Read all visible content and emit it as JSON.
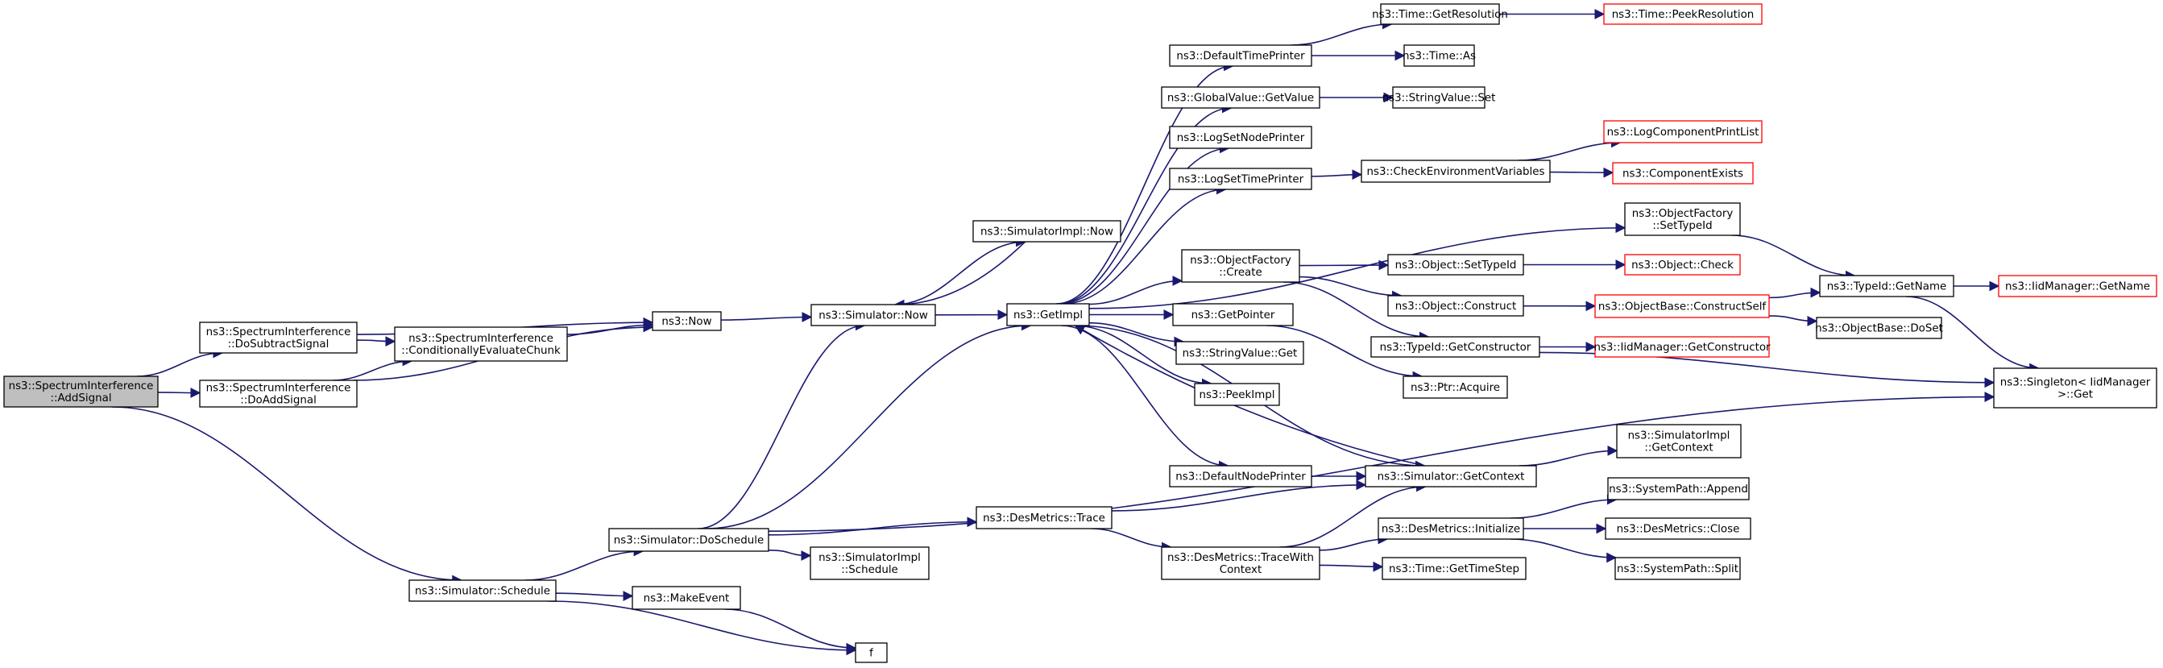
{
  "colors": {
    "edge": "#191970",
    "box_border": "#000000",
    "unresolved_border": "#ff0000",
    "root_fill": "#bfbfbf"
  },
  "nodes": [
    {
      "id": "root",
      "lines": [
        "ns3::SpectrumInterference",
        "::AddSignal"
      ],
      "style": "root"
    },
    {
      "id": "dosub",
      "lines": [
        "ns3::SpectrumInterference",
        "::DoSubtractSignal"
      ]
    },
    {
      "id": "doadd",
      "lines": [
        "ns3::SpectrumInterference",
        "::DoAddSignal"
      ]
    },
    {
      "id": "condeval",
      "lines": [
        "ns3::SpectrumInterference",
        "::ConditionallyEvaluateChunk"
      ]
    },
    {
      "id": "now",
      "lines": [
        "ns3::Now"
      ]
    },
    {
      "id": "simnow",
      "lines": [
        "ns3::Simulator::Now"
      ]
    },
    {
      "id": "implnow",
      "lines": [
        "ns3::SimulatorImpl::Now"
      ]
    },
    {
      "id": "getimpl",
      "lines": [
        "ns3::GetImpl"
      ]
    },
    {
      "id": "deftimeprinter",
      "lines": [
        "ns3::DefaultTimePrinter"
      ]
    },
    {
      "id": "getres",
      "lines": [
        "ns3::Time::GetResolution"
      ]
    },
    {
      "id": "peekres",
      "lines": [
        "ns3::Time::PeekResolution"
      ],
      "style": "red"
    },
    {
      "id": "timeas",
      "lines": [
        "ns3::Time::As"
      ]
    },
    {
      "id": "gvgetvalue",
      "lines": [
        "ns3::GlobalValue::GetValue"
      ]
    },
    {
      "id": "strset",
      "lines": [
        "ns3::StringValue::Set"
      ]
    },
    {
      "id": "logsetnode",
      "lines": [
        "ns3::LogSetNodePrinter"
      ]
    },
    {
      "id": "logsettime",
      "lines": [
        "ns3::LogSetTimePrinter"
      ]
    },
    {
      "id": "checkenv",
      "lines": [
        "ns3::CheckEnvironmentVariables"
      ]
    },
    {
      "id": "logcompprint",
      "lines": [
        "ns3::LogComponentPrintList"
      ],
      "style": "red"
    },
    {
      "id": "compexists",
      "lines": [
        "ns3::ComponentExists"
      ],
      "style": "red"
    },
    {
      "id": "ofsettypeid",
      "lines": [
        "ns3::ObjectFactory",
        "::SetTypeId"
      ]
    },
    {
      "id": "ofcreate",
      "lines": [
        "ns3::ObjectFactory",
        "::Create"
      ]
    },
    {
      "id": "objsettypeid",
      "lines": [
        "ns3::Object::SetTypeId"
      ]
    },
    {
      "id": "objcheck",
      "lines": [
        "ns3::Object::Check"
      ],
      "style": "red"
    },
    {
      "id": "objconstruct",
      "lines": [
        "ns3::Object::Construct"
      ]
    },
    {
      "id": "obconstructself",
      "lines": [
        "ns3::ObjectBase::ConstructSelf"
      ],
      "style": "red"
    },
    {
      "id": "typeidgetname",
      "lines": [
        "ns3::TypeId::GetName"
      ]
    },
    {
      "id": "iidgetname",
      "lines": [
        "ns3::IidManager::GetName"
      ],
      "style": "red"
    },
    {
      "id": "obdoset",
      "lines": [
        "ns3::ObjectBase::DoSet"
      ]
    },
    {
      "id": "typeidgetctor",
      "lines": [
        "ns3::TypeId::GetConstructor"
      ]
    },
    {
      "id": "iidgetctor",
      "lines": [
        "ns3::IidManager::GetConstructor"
      ],
      "style": "red"
    },
    {
      "id": "singletonget",
      "lines": [
        "ns3::Singleton< IidManager",
        " >::Get"
      ]
    },
    {
      "id": "getpointer",
      "lines": [
        "ns3::GetPointer"
      ]
    },
    {
      "id": "ptracquire",
      "lines": [
        "ns3::Ptr::Acquire"
      ]
    },
    {
      "id": "strget",
      "lines": [
        "ns3::StringValue::Get"
      ]
    },
    {
      "id": "peekimpl",
      "lines": [
        "ns3::PeekImpl"
      ]
    },
    {
      "id": "defnodeprinter",
      "lines": [
        "ns3::DefaultNodePrinter"
      ]
    },
    {
      "id": "simgetctx",
      "lines": [
        "ns3::Simulator::GetContext"
      ]
    },
    {
      "id": "implgetctx",
      "lines": [
        "ns3::SimulatorImpl",
        "::GetContext"
      ]
    },
    {
      "id": "dmtrace",
      "lines": [
        "ns3::DesMetrics::Trace"
      ]
    },
    {
      "id": "dmtracectx",
      "lines": [
        "ns3::DesMetrics::TraceWith",
        "Context"
      ]
    },
    {
      "id": "dminit",
      "lines": [
        "ns3::DesMetrics::Initialize"
      ]
    },
    {
      "id": "spappend",
      "lines": [
        "ns3::SystemPath::Append"
      ]
    },
    {
      "id": "dmclose",
      "lines": [
        "ns3::DesMetrics::Close"
      ]
    },
    {
      "id": "spsplit",
      "lines": [
        "ns3::SystemPath::Split"
      ]
    },
    {
      "id": "gettimestep",
      "lines": [
        "ns3::Time::GetTimeStep"
      ]
    },
    {
      "id": "simdoschedule",
      "lines": [
        "ns3::Simulator::DoSchedule"
      ]
    },
    {
      "id": "implschedule",
      "lines": [
        "ns3::SimulatorImpl",
        "::Schedule"
      ]
    },
    {
      "id": "simschedule",
      "lines": [
        "ns3::Simulator::Schedule"
      ]
    },
    {
      "id": "makeevent",
      "lines": [
        "ns3::MakeEvent"
      ]
    },
    {
      "id": "f",
      "lines": [
        "f"
      ]
    }
  ],
  "edges": [
    [
      "root",
      "dosub"
    ],
    [
      "root",
      "doadd"
    ],
    [
      "root",
      "simschedule"
    ],
    [
      "dosub",
      "condeval"
    ],
    [
      "dosub",
      "now"
    ],
    [
      "doadd",
      "condeval"
    ],
    [
      "doadd",
      "now"
    ],
    [
      "condeval",
      "now"
    ],
    [
      "now",
      "simnow"
    ],
    [
      "simnow",
      "implnow"
    ],
    [
      "simnow",
      "getimpl"
    ],
    [
      "implnow",
      "simnow"
    ],
    [
      "getimpl",
      "deftimeprinter"
    ],
    [
      "getimpl",
      "gvgetvalue"
    ],
    [
      "getimpl",
      "logsetnode"
    ],
    [
      "getimpl",
      "logsettime"
    ],
    [
      "getimpl",
      "ofsettypeid"
    ],
    [
      "getimpl",
      "ofcreate"
    ],
    [
      "getimpl",
      "getpointer"
    ],
    [
      "getimpl",
      "strget"
    ],
    [
      "getimpl",
      "peekimpl"
    ],
    [
      "getimpl",
      "defnodeprinter"
    ],
    [
      "getimpl",
      "simgetctx"
    ],
    [
      "deftimeprinter",
      "getres"
    ],
    [
      "deftimeprinter",
      "timeas"
    ],
    [
      "getres",
      "peekres"
    ],
    [
      "gvgetvalue",
      "strset"
    ],
    [
      "logsettime",
      "checkenv"
    ],
    [
      "checkenv",
      "logcompprint"
    ],
    [
      "checkenv",
      "compexists"
    ],
    [
      "ofsettypeid",
      "typeidgetname"
    ],
    [
      "ofcreate",
      "objsettypeid"
    ],
    [
      "ofcreate",
      "objconstruct"
    ],
    [
      "ofcreate",
      "typeidgetctor"
    ],
    [
      "objsettypeid",
      "objcheck"
    ],
    [
      "objconstruct",
      "obconstructself"
    ],
    [
      "obconstructself",
      "typeidgetname"
    ],
    [
      "obconstructself",
      "obdoset"
    ],
    [
      "typeidgetname",
      "iidgetname"
    ],
    [
      "typeidgetname",
      "singletonget"
    ],
    [
      "typeidgetctor",
      "iidgetctor"
    ],
    [
      "typeidgetctor",
      "singletonget"
    ],
    [
      "getpointer",
      "ptracquire"
    ],
    [
      "defnodeprinter",
      "simgetctx"
    ],
    [
      "simgetctx",
      "implgetctx"
    ],
    [
      "simgetctx",
      "getimpl"
    ],
    [
      "simschedule",
      "simdoschedule"
    ],
    [
      "simschedule",
      "makeevent"
    ],
    [
      "simschedule",
      "f"
    ],
    [
      "makeevent",
      "f"
    ],
    [
      "simdoschedule",
      "simnow"
    ],
    [
      "simdoschedule",
      "getimpl"
    ],
    [
      "simdoschedule",
      "dmtrace"
    ],
    [
      "simdoschedule",
      "implschedule"
    ],
    [
      "simdoschedule",
      "singletonget"
    ],
    [
      "dmtrace",
      "simgetctx"
    ],
    [
      "dmtrace",
      "dmtracectx"
    ],
    [
      "dmtracectx",
      "simgetctx"
    ],
    [
      "dmtracectx",
      "dminit"
    ],
    [
      "dmtracectx",
      "gettimestep"
    ],
    [
      "dminit",
      "spappend"
    ],
    [
      "dminit",
      "dmclose"
    ],
    [
      "dminit",
      "spsplit"
    ]
  ]
}
